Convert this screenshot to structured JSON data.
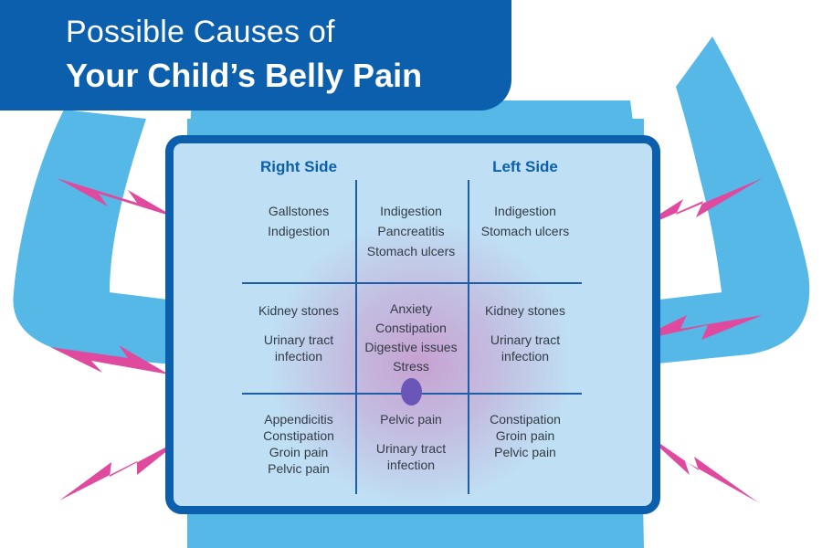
{
  "title": {
    "line1": "Possible Causes of",
    "line2": "Your Child’s Belly Pain"
  },
  "labels": {
    "right_side": "Right Side",
    "left_side": "Left Side"
  },
  "regions": {
    "upper_right": [
      "Gallstones",
      "Indigestion"
    ],
    "upper_middle": [
      "Indigestion",
      "Pancreatitis",
      "Stomach ulcers"
    ],
    "upper_left": [
      "Indigestion",
      "Stomach ulcers"
    ],
    "middle_right": [
      "Kidney stones",
      "Urinary tract",
      "infection"
    ],
    "middle_center": [
      "Anxiety",
      "Constipation",
      "Digestive issues",
      "Stress"
    ],
    "middle_left": [
      "Kidney stones",
      "Urinary tract",
      "infection"
    ],
    "lower_right": [
      "Appendicitis",
      "Constipation",
      "Groin pain",
      "Pelvic pain"
    ],
    "lower_middle": [
      "Pelvic pain",
      "Urinary tract",
      "infection"
    ],
    "lower_left": [
      "Constipation",
      "Groin pain",
      "Pelvic pain"
    ]
  },
  "colors": {
    "banner": "#0b5fad",
    "body": "#56b8e6",
    "panel": "#bfe0f4",
    "pain_bolt": "#e04a9e",
    "navel": "#6a55b8",
    "text": "#333b45"
  }
}
